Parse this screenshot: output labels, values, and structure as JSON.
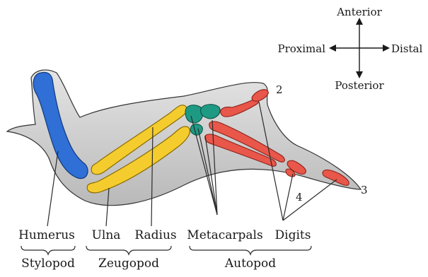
{
  "compass": {
    "anterior": "Anterior",
    "posterior": "Posterior",
    "proximal": "Proximal",
    "distal": "Distal"
  },
  "bones": {
    "humerus": "Humerus",
    "ulna": "Ulna",
    "radius": "Radius",
    "metacarpals": "Metacarpals",
    "digits": "Digits"
  },
  "regions": {
    "stylopod": "Stylopod",
    "zeugopod": "Zeugopod",
    "autopod": "Autopod"
  },
  "digit_numbers": {
    "d2": "2",
    "d3": "3",
    "d4": "4"
  },
  "colors": {
    "humerus": "#2f6fd6",
    "zeugopod": "#f4cc2e",
    "carpals": "#1e9a84",
    "autopod": "#e8574a",
    "wing": "#cfcfcf"
  }
}
